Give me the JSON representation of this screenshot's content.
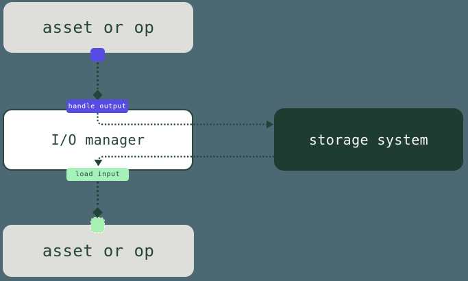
{
  "diagram": {
    "nodes": {
      "asset_top": {
        "label": "asset or op"
      },
      "io_manager": {
        "label": "I/O manager"
      },
      "storage": {
        "label": "storage system"
      },
      "asset_bottom": {
        "label": "asset or op"
      }
    },
    "edge_labels": {
      "handle_output": {
        "label": "handle output"
      },
      "load_input": {
        "label": "load input"
      }
    }
  },
  "colors": {
    "background": "#4c6872",
    "asset_fill": "#dededa",
    "dark_green": "#27463c",
    "io_fill": "#ffffff",
    "storage_fill": "#1e3c32",
    "storage_text": "#f4f6f4",
    "handle_output_fill": "#574ce2",
    "handle_output_text": "#ffffff",
    "load_input_fill": "#a6f1ba",
    "connector_purple": "#574ce2",
    "connector_green": "#a6f1b4",
    "line_color": "#234539"
  }
}
